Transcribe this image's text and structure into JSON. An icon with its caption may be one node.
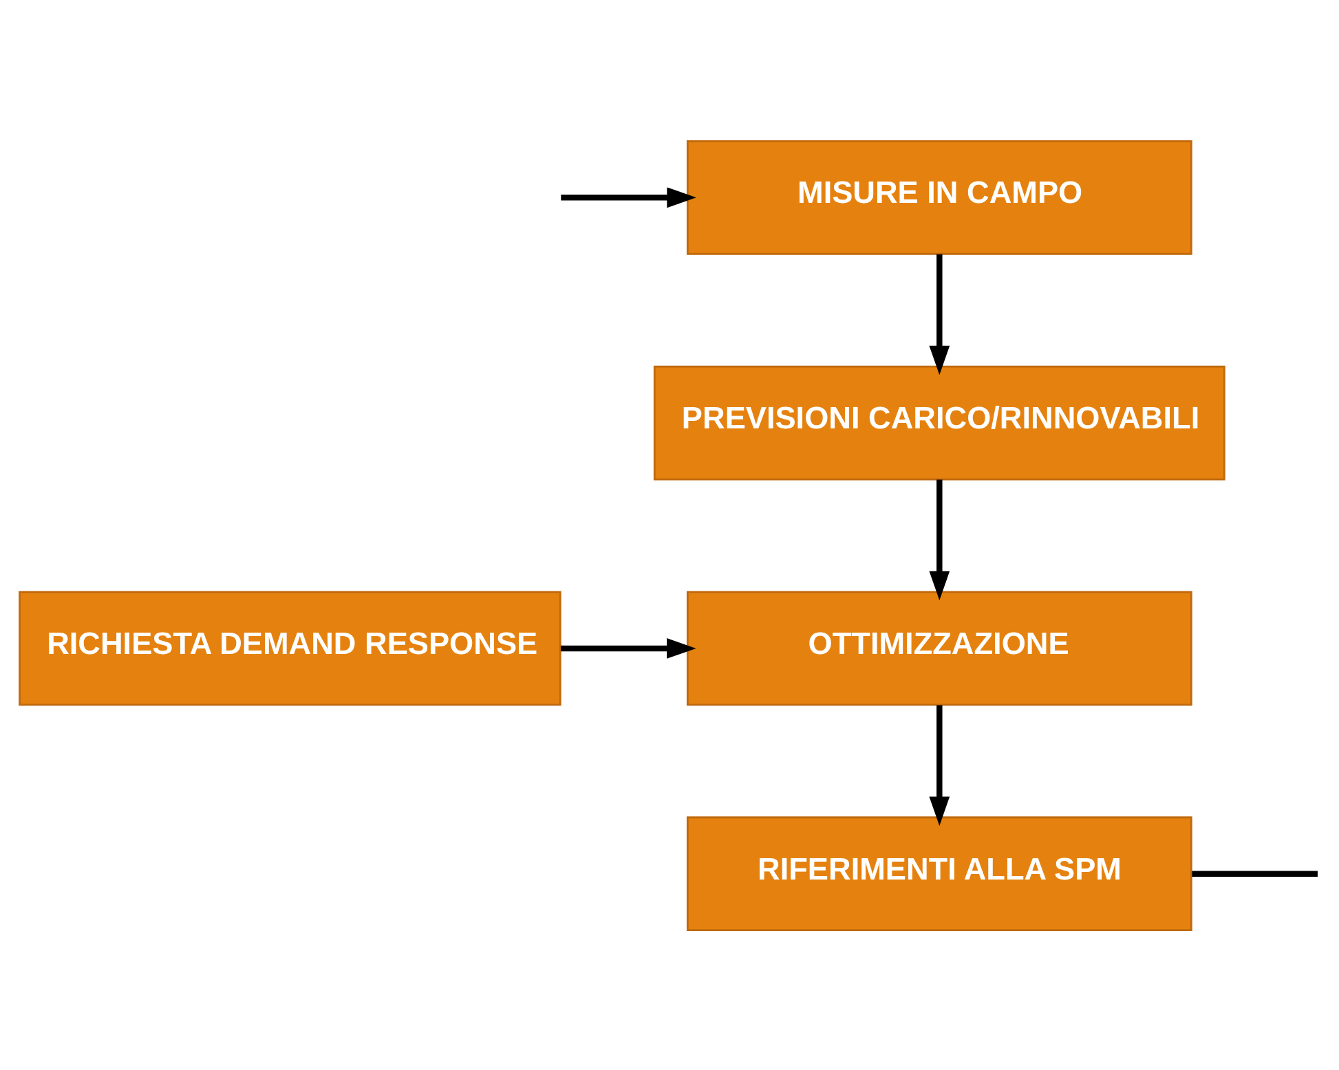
{
  "diagram": {
    "nodes": [
      {
        "text": [
          "MISURE IN CAMPO"
        ]
      },
      {
        "text": [
          "PREVISIONI CARICO/RINNOVABILI"
        ]
      },
      {
        "text": [
          "RICHIESTA DEMAND RESPONSE"
        ]
      },
      {
        "text": [
          "OTTIMIZZAZIONE"
        ]
      },
      {
        "text": [
          "RIFERIMENTI ALLA SPM"
        ]
      }
    ],
    "edges": [
      {
        "from": 0,
        "to": 1,
        "arrow": "to"
      },
      {
        "from": 1,
        "to": 3,
        "arrow": "to"
      },
      {
        "from": 2,
        "to": 3,
        "arrow": "to"
      },
      {
        "from": 3,
        "to": 4,
        "arrow": "to"
      },
      {
        "from": 4,
        "to": null,
        "arrow": "none"
      },
      {
        "from": null,
        "to": 0,
        "arrow": "to"
      }
    ]
  }
}
